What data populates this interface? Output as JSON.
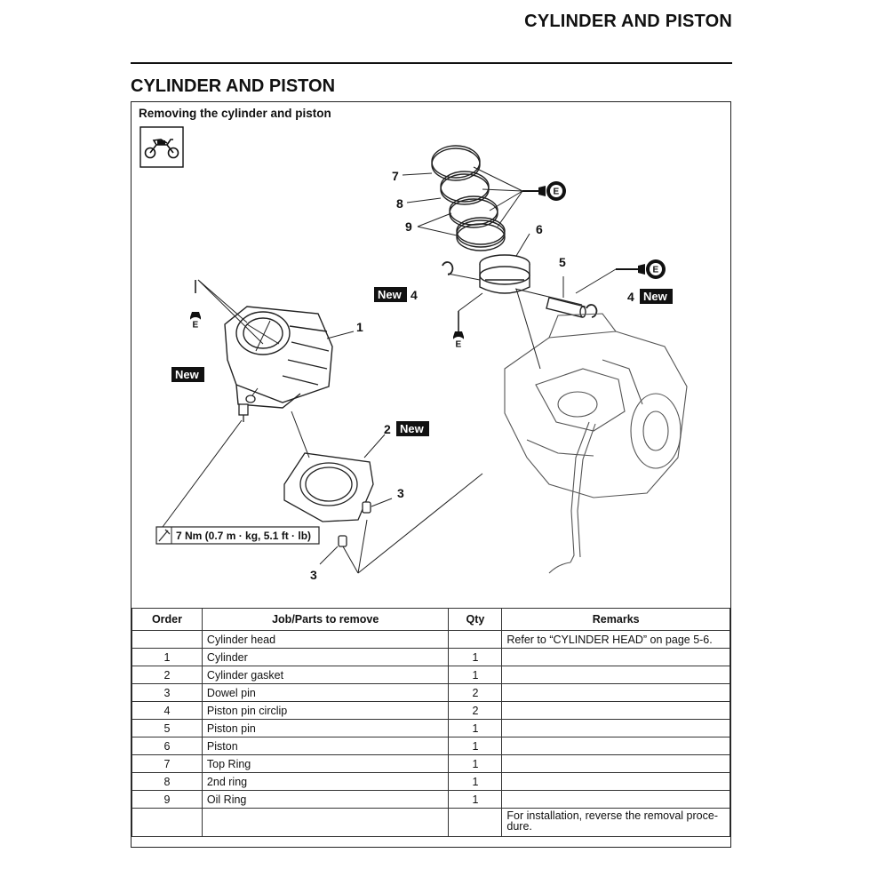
{
  "header": {
    "title": "CYLINDER AND PISTON"
  },
  "section": {
    "title": "CYLINDER AND PISTON",
    "subtitle": "Removing the cylinder and piston"
  },
  "diagram": {
    "callouts": [
      "1",
      "2",
      "3",
      "3",
      "4",
      "4",
      "5",
      "6",
      "7",
      "8",
      "9"
    ],
    "new_label": "New",
    "lube_letter": "E",
    "torque_spec": "7 Nm (0.7 m · kg, 5.1 ft · lb)"
  },
  "table": {
    "headers": [
      "Order",
      "Job/Parts to remove",
      "Qty",
      "Remarks"
    ],
    "rows": [
      {
        "order": "",
        "part": "Cylinder head",
        "qty": "",
        "remarks": "Refer to “CYLINDER HEAD” on page 5-6."
      },
      {
        "order": "1",
        "part": "Cylinder",
        "qty": "1",
        "remarks": ""
      },
      {
        "order": "2",
        "part": "Cylinder gasket",
        "qty": "1",
        "remarks": ""
      },
      {
        "order": "3",
        "part": "Dowel pin",
        "qty": "2",
        "remarks": ""
      },
      {
        "order": "4",
        "part": "Piston pin circlip",
        "qty": "2",
        "remarks": ""
      },
      {
        "order": "5",
        "part": "Piston pin",
        "qty": "1",
        "remarks": ""
      },
      {
        "order": "6",
        "part": "Piston",
        "qty": "1",
        "remarks": ""
      },
      {
        "order": "7",
        "part": "Top Ring",
        "qty": "1",
        "remarks": ""
      },
      {
        "order": "8",
        "part": "2nd ring",
        "qty": "1",
        "remarks": ""
      },
      {
        "order": "9",
        "part": "Oil Ring",
        "qty": "1",
        "remarks": ""
      },
      {
        "order": "",
        "part": "",
        "qty": "",
        "remarks": "For installation, reverse the removal proce-dure."
      }
    ]
  }
}
